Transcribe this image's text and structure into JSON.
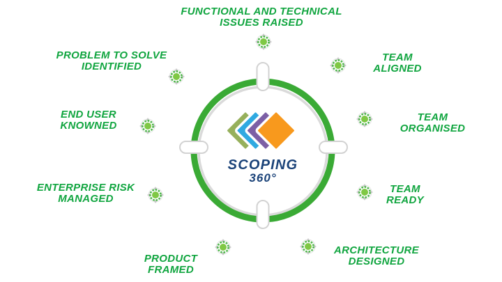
{
  "diagram": {
    "name": "Scoping 360 milestone wheel",
    "center": {
      "line1": "SCOPING",
      "line2": "360°"
    },
    "labels": [
      {
        "id": "functional-technical-issues-raised",
        "line1": "FUNCTIONAL AND TECHNICAL",
        "line2": "ISSUES RAISED",
        "icon": "target-icon",
        "position": "top"
      },
      {
        "id": "team-aligned",
        "line1": "TEAM",
        "line2": "ALIGNED",
        "icon": "target-icon",
        "position": "upper-right"
      },
      {
        "id": "team-organised",
        "line1": "TEAM",
        "line2": "ORGANISED",
        "icon": "target-icon",
        "position": "right"
      },
      {
        "id": "team-ready",
        "line1": "TEAM",
        "line2": "READY",
        "icon": "target-icon",
        "position": "lower-right"
      },
      {
        "id": "architecture-designed",
        "line1": "ARCHITECTURE",
        "line2": "DESIGNED",
        "icon": "target-icon",
        "position": "bottom-right"
      },
      {
        "id": "product-framed",
        "line1": "PRODUCT",
        "line2": "FRAMED",
        "icon": "target-icon",
        "position": "bottom-left"
      },
      {
        "id": "enterprise-risk-managed",
        "line1": "ENTERPRISE RISK",
        "line2": "MANAGED",
        "icon": "target-icon",
        "position": "lower-left"
      },
      {
        "id": "end-user-knowned",
        "line1": "END USER",
        "line2": "KNOWNED",
        "icon": "target-icon",
        "position": "left"
      },
      {
        "id": "problem-to-solve-identified",
        "line1": "PROBLEM TO SOLVE",
        "line2": "IDENTIFIED",
        "icon": "target-icon",
        "position": "upper-left"
      }
    ],
    "colors": {
      "label_green": "#10A53F",
      "ring_green": "#3AAA35",
      "ring_inner_gray": "#DADADA",
      "tick_fill": "#FFFFFF",
      "tick_border": "#D2D2D2",
      "title_navy": "#1B4379",
      "logo_olive": "#96B05B",
      "logo_blue": "#2FA9E1",
      "logo_purple": "#7C5FA5",
      "logo_orange": "#F8991D",
      "target_dot_green": "#7FC845",
      "target_dash_green": "#4CB648",
      "target_tip_gray": "#C9C9C9"
    }
  }
}
